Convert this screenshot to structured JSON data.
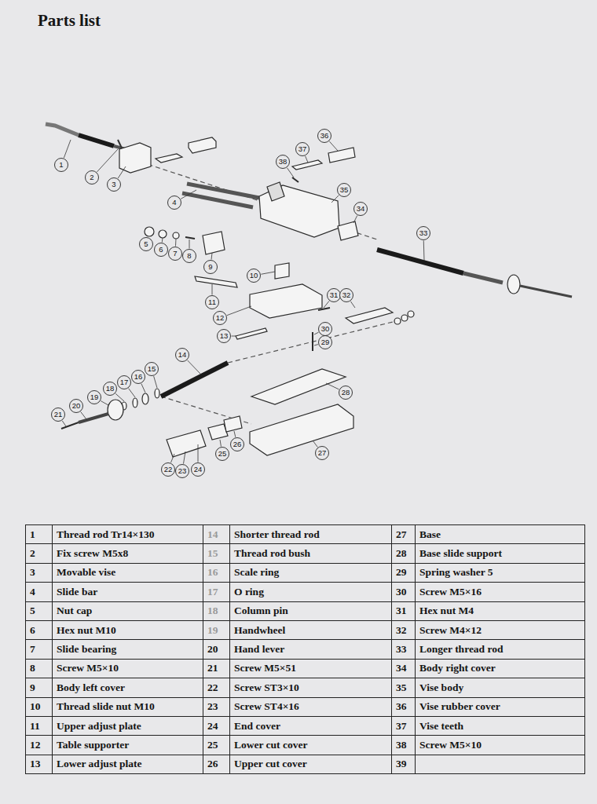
{
  "diagram": {
    "title": "Parts list",
    "labels": [
      "1",
      "2",
      "3",
      "4",
      "5",
      "6",
      "7",
      "8",
      "9",
      "10",
      "11",
      "12",
      "13",
      "14",
      "15",
      "16",
      "17",
      "18",
      "19",
      "20",
      "21",
      "22",
      "23",
      "24",
      "25",
      "26",
      "27",
      "28",
      "29",
      "30",
      "31",
      "32",
      "33",
      "34",
      "35",
      "36",
      "37",
      "38",
      "1",
      "Thread rod Tr14×130",
      "2",
      "Fix screw M5x8",
      "3",
      "Movable vise",
      "4",
      "Slide bar",
      "5",
      "Nut cap",
      "6",
      "Hex nut M10",
      "7",
      "Slide bearing",
      "8",
      "Screw M5×10",
      "9",
      "Body left cover",
      "10",
      "Thread slide nut M10",
      "11",
      "Upper adjust plate",
      "12",
      "Table supporter",
      "13",
      "Lower adjust plate",
      "14",
      "Shorter thread rod",
      "15",
      "Thread rod bush",
      "16",
      "Scale ring",
      "17",
      "O ring",
      "18",
      "Column pin",
      "19",
      "Handwheel",
      "20",
      "Hand lever",
      "21",
      "Screw M5×51",
      "22",
      "Screw ST3×10",
      "23",
      "Screw ST4×16",
      "24",
      "End cover",
      "25",
      "Lower cut cover",
      "26",
      "Upper cut cover",
      "27",
      "Base",
      "28",
      "Base slide support",
      "29",
      "Spring washer 5",
      "30",
      "Screw M5×16",
      "31",
      "Hex nut M4",
      "32",
      "Screw M4×12",
      "33",
      "Longer thread rod",
      "34",
      "Body right cover",
      "35",
      "Vise body",
      "36",
      "Vise rubber cover",
      "37",
      "Vise teeth",
      "38",
      "Screw M5×10",
      "39"
    ]
  }
}
